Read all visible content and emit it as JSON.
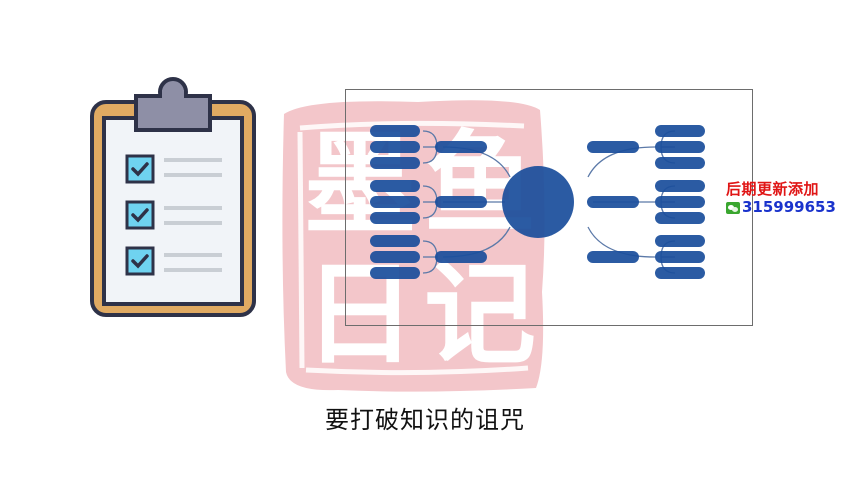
{
  "caption": "要打破知识的诅咒",
  "promo": {
    "title": "后期更新添加",
    "contact_icon": "wechat-icon",
    "number": "315999653"
  },
  "watermark": {
    "chars": [
      "墨",
      "鱼",
      "日",
      "记"
    ],
    "color": "#f2c4c8"
  },
  "clipboard": {
    "board_color": "#e0aa62",
    "clip_color": "#8e8fa6",
    "paper_color": "#f1f4f8",
    "checkbox_color": "#6fd3f0",
    "outline_color": "#2e3248",
    "items": 3
  },
  "mindmap": {
    "node_color": "#1b4f9c",
    "line_color": "#5b79a8",
    "center_node": "central-topic",
    "branches": [
      {
        "side": "left",
        "children": 3
      },
      {
        "side": "left",
        "children": 3
      },
      {
        "side": "left",
        "children": 3
      },
      {
        "side": "right",
        "children": 3
      },
      {
        "side": "right",
        "children": 3
      },
      {
        "side": "right",
        "children": 3
      }
    ]
  }
}
